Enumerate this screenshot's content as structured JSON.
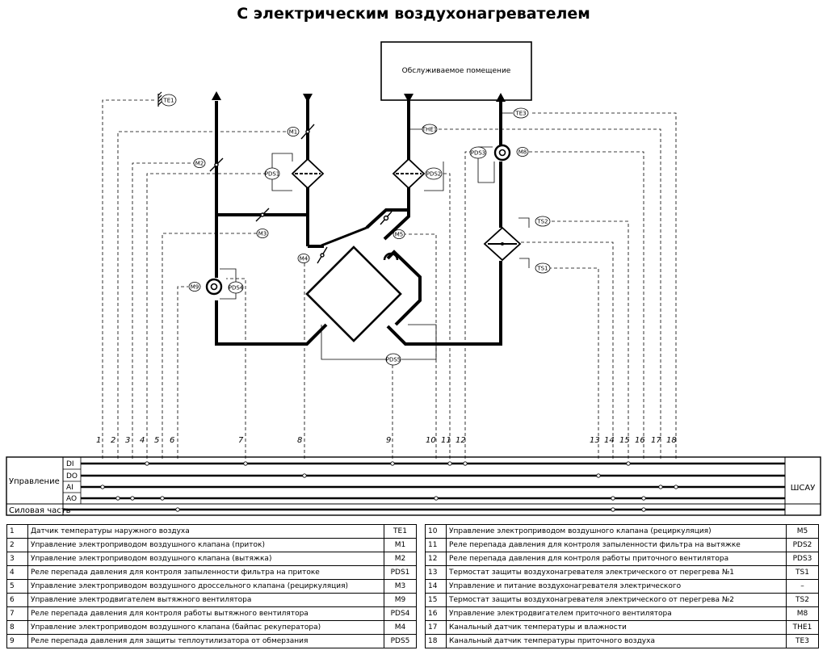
{
  "title": "С электрическим воздухонагревателем",
  "room_label": "Обслуживаемое помещение",
  "components": {
    "te1": "TE1",
    "te3": "TE3",
    "the1": "THE1",
    "m1": "M1",
    "m2": "M2",
    "m3": "M3",
    "m4": "M4",
    "m5": "M5",
    "m8": "M8",
    "m9": "M9",
    "pds1": "PDS1",
    "pds2": "PDS2",
    "pds3": "PDS3",
    "pds4": "PDS4",
    "pds5": "PDS5",
    "ts1": "TS1",
    "ts2": "TS2"
  },
  "wire_numbers": [
    "1",
    "2",
    "3",
    "4",
    "5",
    "6",
    "7",
    "8",
    "9",
    "10",
    "11",
    "12",
    "13",
    "14",
    "15",
    "16",
    "17",
    "18"
  ],
  "bus": {
    "di": "DI",
    "do": "DO",
    "ai": "AI",
    "ao": "AO",
    "control": "Управление",
    "power": "Силовая часть",
    "cabinet": "ШСАУ"
  },
  "legend_left": [
    {
      "num": "1",
      "text": "Датчик температуры наружного воздуха",
      "code": "TE1"
    },
    {
      "num": "2",
      "text": "Управление электроприводом воздушного клапана (приток)",
      "code": "M1"
    },
    {
      "num": "3",
      "text": "Управление электроприводом воздушного клапана (вытяжка)",
      "code": "M2"
    },
    {
      "num": "4",
      "text": "Реле перепада давления для контроля запыленности фильтра на притоке",
      "code": "PDS1"
    },
    {
      "num": "5",
      "text": "Управление электроприводом воздушного дроссельного клапана (рециркуляция)",
      "code": "M3"
    },
    {
      "num": "6",
      "text": "Управление электродвигателем вытяжного вентилятора",
      "code": "M9"
    },
    {
      "num": "7",
      "text": "Реле перепада давления для контроля работы вытяжного вентилятора",
      "code": "PDS4"
    },
    {
      "num": "8",
      "text": "Управление электроприводом воздушного клапана (байпас рекуператора)",
      "code": "M4"
    },
    {
      "num": "9",
      "text": "Реле перепада давления для защиты теплоутилизатора от обмерзания",
      "code": "PDS5"
    }
  ],
  "legend_right": [
    {
      "num": "10",
      "text": "Управление электроприводом воздушного клапана (рециркуляция)",
      "code": "M5"
    },
    {
      "num": "11",
      "text": "Реле перепада давления для контроля запыленности фильтра на вытяжке",
      "code": "PDS2"
    },
    {
      "num": "12",
      "text": "Реле перепада давления для контроля работы приточного вентилятора",
      "code": "PDS3"
    },
    {
      "num": "13",
      "text": "Термостат защиты воздухонагревателя электрического от перегрева №1",
      "code": "TS1"
    },
    {
      "num": "14",
      "text": "Управление и питание воздухонагревателя электрического",
      "code": "–"
    },
    {
      "num": "15",
      "text": "Термостат защиты воздухонагревателя электрического от перегрева №2",
      "code": "TS2"
    },
    {
      "num": "16",
      "text": "Управление электродвигателем приточного вентилятора",
      "code": "M8"
    },
    {
      "num": "17",
      "text": "Канальный датчик температуры и влажности",
      "code": "THE1"
    },
    {
      "num": "18",
      "text": "Канальный датчик температуры приточного воздуха",
      "code": "TE3"
    }
  ]
}
